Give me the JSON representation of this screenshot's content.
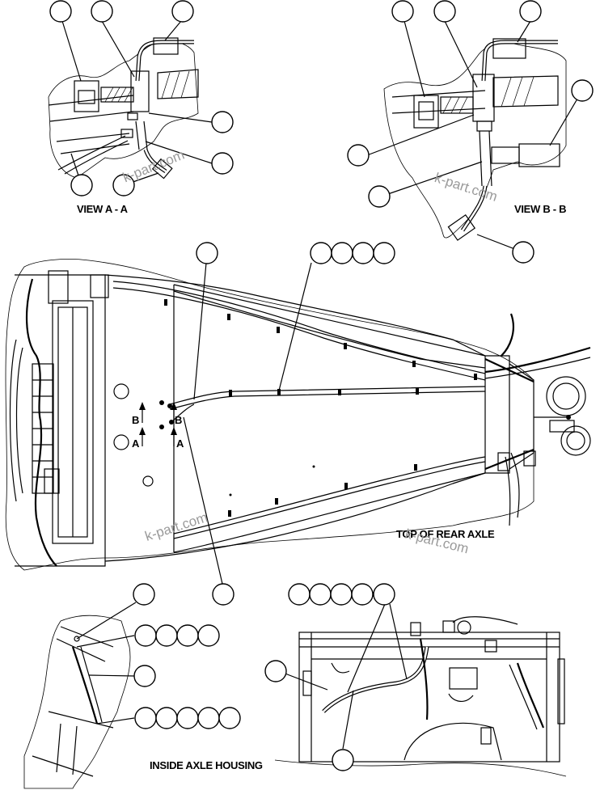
{
  "labels": {
    "view_a": "VIEW A - A",
    "view_b": "VIEW B - B",
    "top_rear_axle": "TOP OF REAR AXLE",
    "inside_axle_housing": "INSIDE AXLE HOUSING"
  },
  "section_markers": {
    "b_left": "B",
    "b_right": "B",
    "a_left": "A",
    "a_right": "A"
  },
  "watermark": "k-part.com",
  "callout_balloons": "empty circles (no numbers printed)"
}
